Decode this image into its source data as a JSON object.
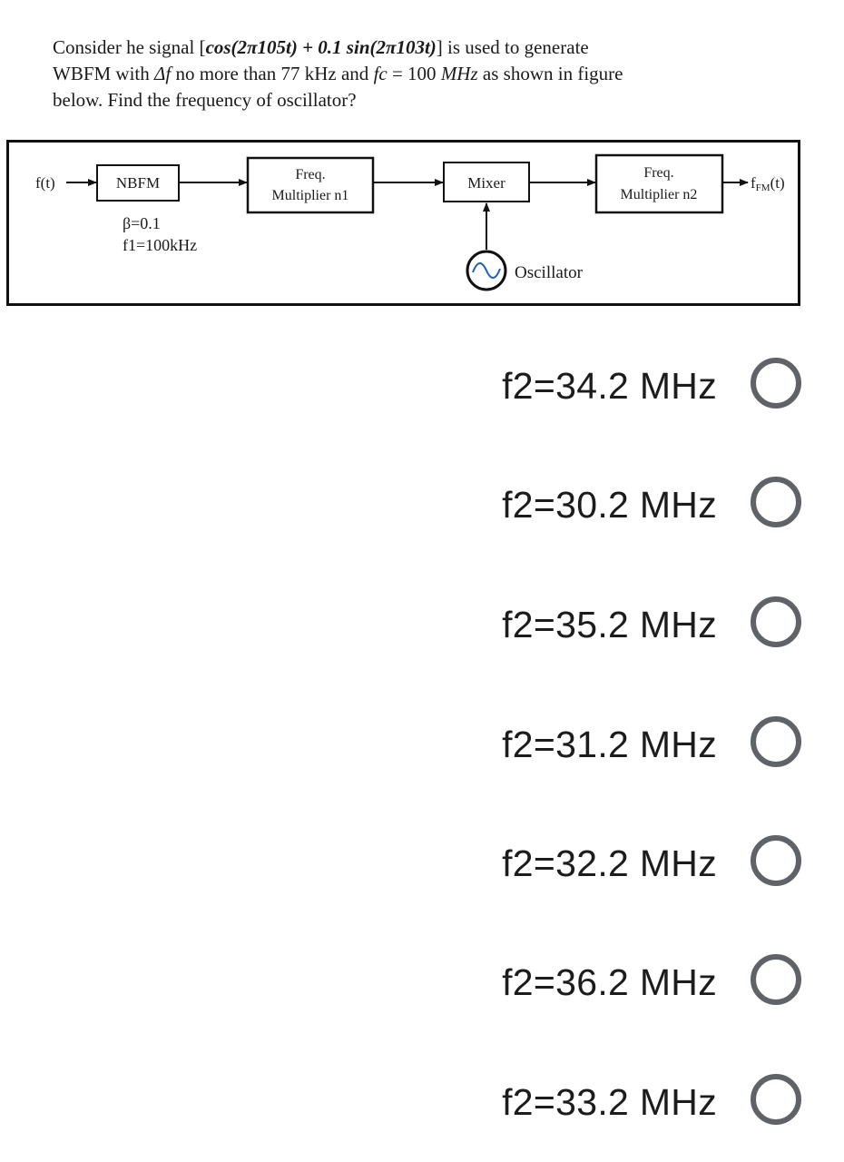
{
  "question": {
    "line1_a": "Consider he signal [",
    "line1_math": "cos(2π105t) + 0.1 sin(2π103t)",
    "line1_b": "] is used to generate",
    "line2_a": "WBFM with ",
    "line2_delta": "Δf",
    "line2_b": " no more than 77 kHz and ",
    "line2_fc": "fc",
    "line2_c": " = 100 ",
    "line2_mhz": "MHz",
    "line2_d": " as shown in figure",
    "line3": "below. Find the frequency of oscillator?"
  },
  "diagram": {
    "input_label": "f(t)",
    "nbfm_label": "NBFM",
    "beta_label": "β=0.1",
    "f1_label": "f1=100kHz",
    "mult1_line1": "Freq.",
    "mult1_line2": "Multiplier n1",
    "mixer_label": "Mixer",
    "mult2_line1": "Freq.",
    "mult2_line2": "Multiplier n2",
    "output_label_main": "f",
    "output_label_sub": "FM",
    "output_label_end": "(t)",
    "oscillator_label": "Oscillator"
  },
  "options": [
    {
      "label": "f2=34.2 MHz",
      "selected": false
    },
    {
      "label": "f2=30.2 MHz",
      "selected": false
    },
    {
      "label": "f2=35.2 MHz",
      "selected": false
    },
    {
      "label": "f2=31.2 MHz",
      "selected": false
    },
    {
      "label": "f2=32.2 MHz",
      "selected": false
    },
    {
      "label": "f2=36.2 MHz",
      "selected": false
    },
    {
      "label": "f2=33.2 MHz",
      "selected": false
    }
  ]
}
